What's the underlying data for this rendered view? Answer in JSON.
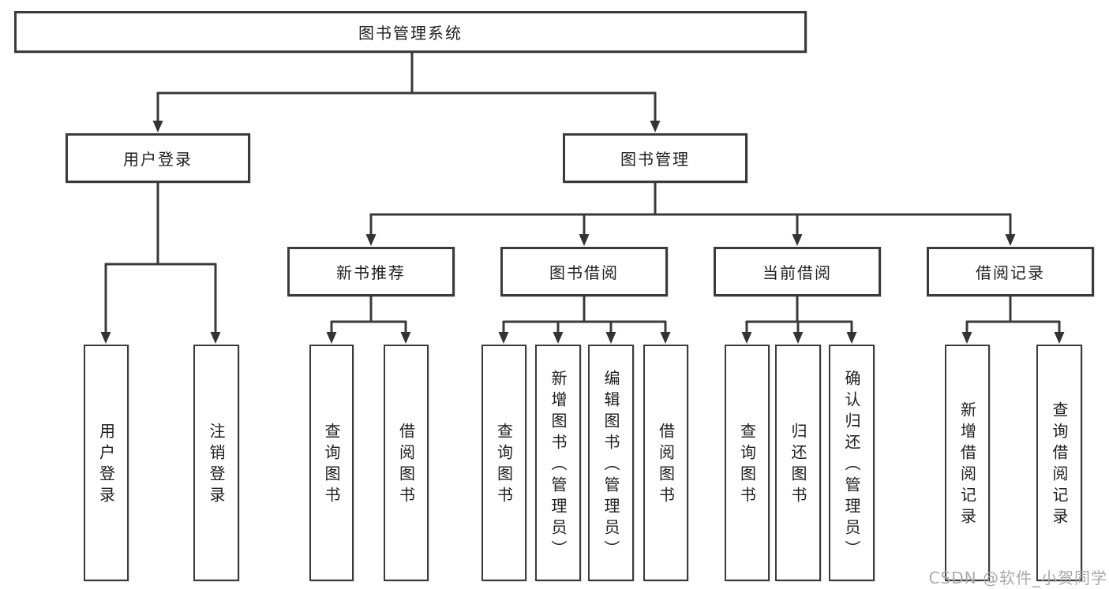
{
  "diagram": {
    "type": "hierarchy-tree",
    "root": {
      "label": "图书管理系统"
    },
    "branches": [
      {
        "label": "用户登录",
        "children": [
          {
            "label": "用户登录"
          },
          {
            "label": "注销登录"
          }
        ]
      },
      {
        "label": "图书管理",
        "children": [
          {
            "label": "新书推荐",
            "children": [
              {
                "label": "查询图书"
              },
              {
                "label": "借阅图书"
              }
            ]
          },
          {
            "label": "图书借阅",
            "children": [
              {
                "label": "查询图书"
              },
              {
                "label": "新增图书（管理员）"
              },
              {
                "label": "编辑图书（管理员）"
              },
              {
                "label": "借阅图书"
              }
            ]
          },
          {
            "label": "当前借阅",
            "children": [
              {
                "label": "查询图书"
              },
              {
                "label": "归还图书"
              },
              {
                "label": "确认归还（管理员）"
              }
            ]
          },
          {
            "label": "借阅记录",
            "children": [
              {
                "label": "新增借阅记录"
              },
              {
                "label": "查询借阅记录"
              }
            ]
          }
        ]
      }
    ]
  },
  "watermark": "CSDN @软件_小贺同学",
  "colors": {
    "line": "#3a3a3a",
    "arrow": "#333333",
    "box_border": "#3b3b3b",
    "box_fill": "#ffffff",
    "text": "#1e1e1e",
    "watermark_text": "#a9a9a9"
  }
}
